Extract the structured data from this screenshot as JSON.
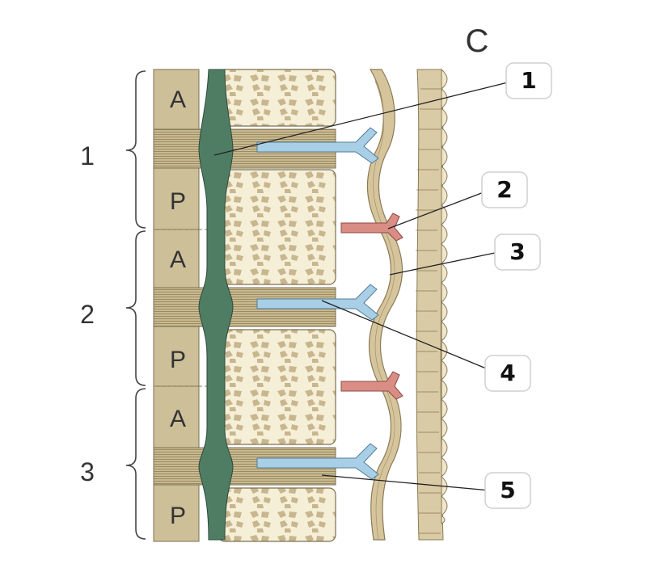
{
  "panel_letter": "C",
  "segment_numbers": [
    "1",
    "2",
    "3"
  ],
  "sclerotome_parts": [
    "A",
    "P",
    "A",
    "P",
    "A",
    "P"
  ],
  "callouts": [
    "1",
    "2",
    "3",
    "4",
    "5"
  ],
  "colors": {
    "notochord": "#4f7d63",
    "bone_fill": "#f4ecd2",
    "bone_texture": "#c8b68e",
    "sclerotome": "#cdbf98",
    "disc": "#bcad84",
    "nerve": "#a9cfe6",
    "artery": "#d98d84",
    "line": "#222222"
  }
}
